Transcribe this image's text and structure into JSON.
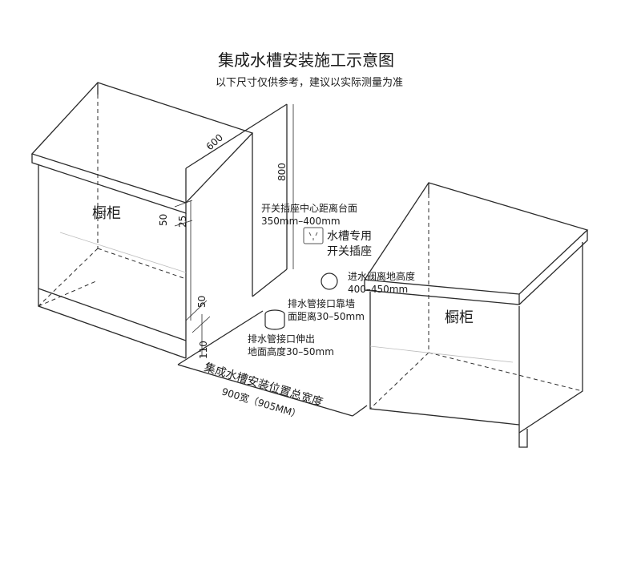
{
  "title": "集成水槽安装施工示意图",
  "subtitle": "以下尺寸仅供参考，建议以实际测量为准",
  "left_cabinet_label": "橱柜",
  "right_cabinet_label": "橱柜",
  "dimensions": {
    "depth": "600",
    "height": "800",
    "d50_top": "50",
    "d25": "25",
    "d50_bottom": "50",
    "d110": "110"
  },
  "socket": {
    "callout_line1": "开关插座中心距离台面",
    "callout_line2": "350mm–400mm",
    "label_line1": "水槽专用",
    "label_line2": "开关插座"
  },
  "water_valve": {
    "line1": "进水阀离地高度",
    "line2": "400–450mm"
  },
  "drain_wall": {
    "line1": "排水管接口靠墙",
    "line2": "面距离30–50mm"
  },
  "drain_floor": {
    "line1": "排水管接口伸出",
    "line2": "地面高度30–50mm"
  },
  "total_width": {
    "line1": "集成水槽安装位置总宽度",
    "line2": "900宽（905MM）"
  }
}
